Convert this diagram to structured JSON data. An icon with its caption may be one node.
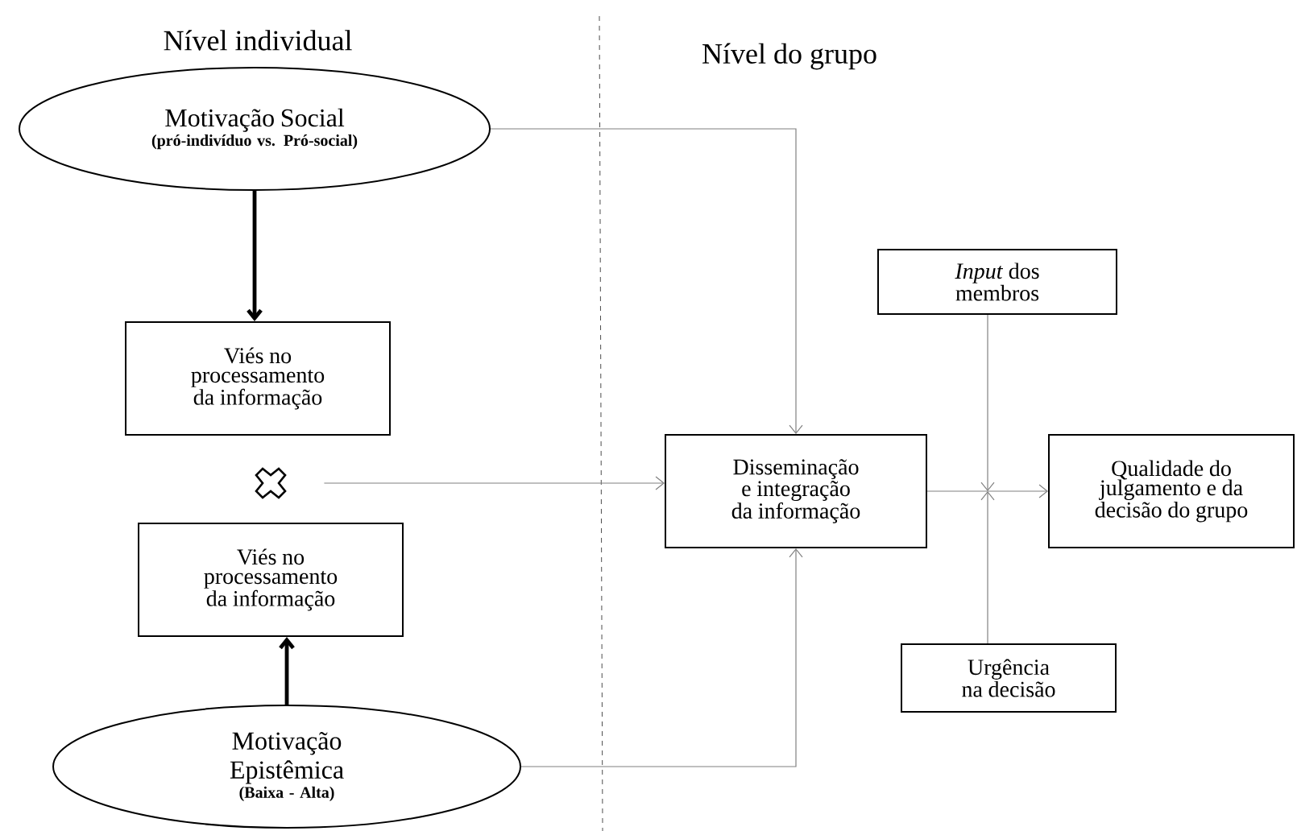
{
  "diagram": {
    "nodes": [
      {
        "text": [
          "Motivação Social",
          "(pró-indivíduo vs. Pró-social)"
        ]
      },
      {
        "text": [
          "Viés no processamento da informação"
        ]
      },
      {
        "text": [],
        "shape": "cross"
      },
      {
        "text": [
          "Viés no processamento da informação"
        ]
      },
      {
        "text": [
          "Motivação Epistêmica",
          "(Baixa - Alta)"
        ]
      },
      {
        "text": [
          "Disseminação e integração da informação"
        ]
      },
      {
        "text": [
          "*Input* dos membros"
        ]
      },
      {
        "text": [
          "Qualidade do julgamento e da decisão do grupo"
        ]
      },
      {
        "text": [
          "Urgência na decisão"
        ]
      }
    ],
    "edges": [
      {
        "from": 0,
        "to": 1,
        "arrow": "to",
        "style": "thick",
        "color": "#000000"
      },
      {
        "from": 4,
        "to": 3,
        "arrow": "to",
        "style": "thick",
        "color": "#000000"
      },
      {
        "from": 0,
        "to": 5,
        "arrow": "to"
      },
      {
        "from": 2,
        "to": 5,
        "arrow": "to"
      },
      {
        "from": 4,
        "to": 5,
        "arrow": "to"
      },
      {
        "from": 5,
        "to": 7,
        "arrow": "to"
      },
      {
        "from": 6,
        "to": null,
        "arrow": "to"
      },
      {
        "from": 8,
        "to": null,
        "arrow": "to"
      }
    ],
    "labels": [
      "Nível individual",
      "Nível do grupo"
    ]
  }
}
